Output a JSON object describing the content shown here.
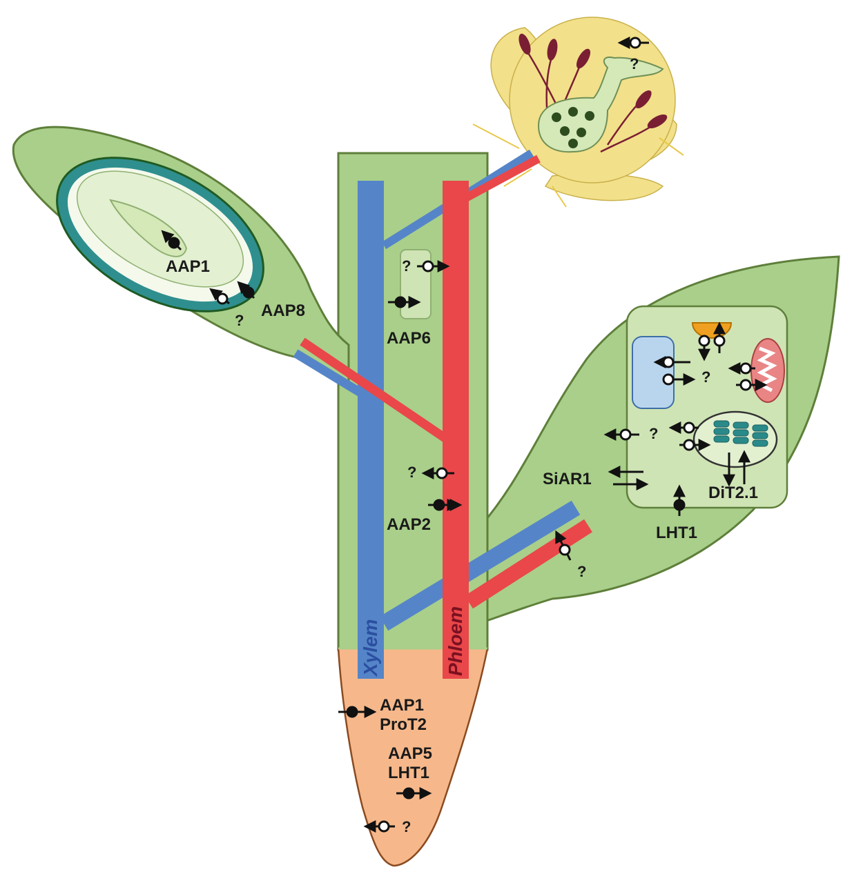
{
  "colors": {
    "plant_green": "#a9cf8a",
    "plant_outline": "#5e7f3a",
    "root": "#f6b88b",
    "root_outline": "#8a4a20",
    "xylem": "#5585c8",
    "phloem": "#e9474a",
    "flower": "#f2e08a",
    "anther": "#7a1f33",
    "seed_coat": "#2f8f8f",
    "cell_fill": "#cfe4b5",
    "vacuole": "#b9d5ee",
    "peroxisome": "#f0a020",
    "mitochondrion": "#e98585",
    "chloroplast_grana": "#2a8a8a"
  },
  "vessels": {
    "xylem_label": "Xylem",
    "phloem_label": "Phloem"
  },
  "labels": {
    "seed_aap1": "AAP1",
    "seed_aap8": "AAP8",
    "seed_unknown": "?",
    "stem_aap6": "AAP6",
    "stem_unknown_upper": "?",
    "stem_aap2": "AAP2",
    "stem_unknown_lower": "?",
    "flower_unknown": "?",
    "leaf_siar1": "SiAR1",
    "leaf_dit21": "DiT2.1",
    "leaf_lht1": "LHT1",
    "leaf_unknown_center": "?",
    "leaf_unknown_cyto": "?",
    "leaf_unknown_petiole": "?",
    "root_aap1": "AAP1",
    "root_prot2": "ProT2",
    "root_aap5": "AAP5",
    "root_lht1": "LHT1",
    "root_unknown": "?"
  }
}
